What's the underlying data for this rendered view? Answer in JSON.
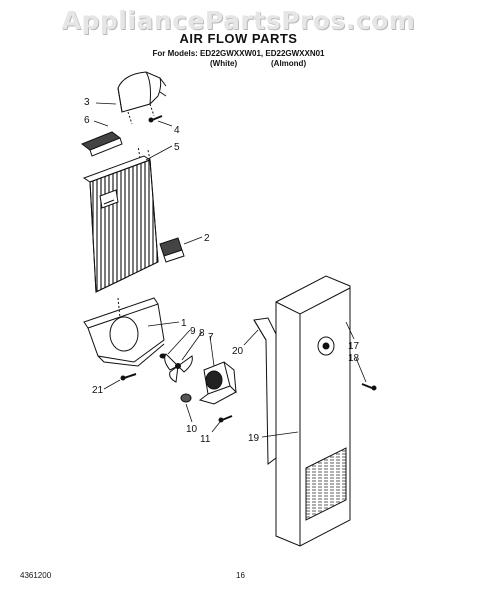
{
  "watermark": "AppliancePartsPros.com",
  "title": "AIR FLOW PARTS",
  "models_line": "For Models: ED22GWXXW01, ED22GWXXN01",
  "color_white": "(White)",
  "color_almond": "(Almond)",
  "footer_left": "4361200",
  "footer_page": "16",
  "callouts": {
    "c3": "3",
    "c6": "6",
    "c4": "4",
    "c5": "5",
    "c2": "2",
    "c1": "1",
    "c9": "9",
    "c8": "8",
    "c7": "7",
    "c21": "21",
    "c10": "10",
    "c11": "11",
    "c20": "20",
    "c17": "17",
    "c18": "18",
    "c19": "19"
  }
}
